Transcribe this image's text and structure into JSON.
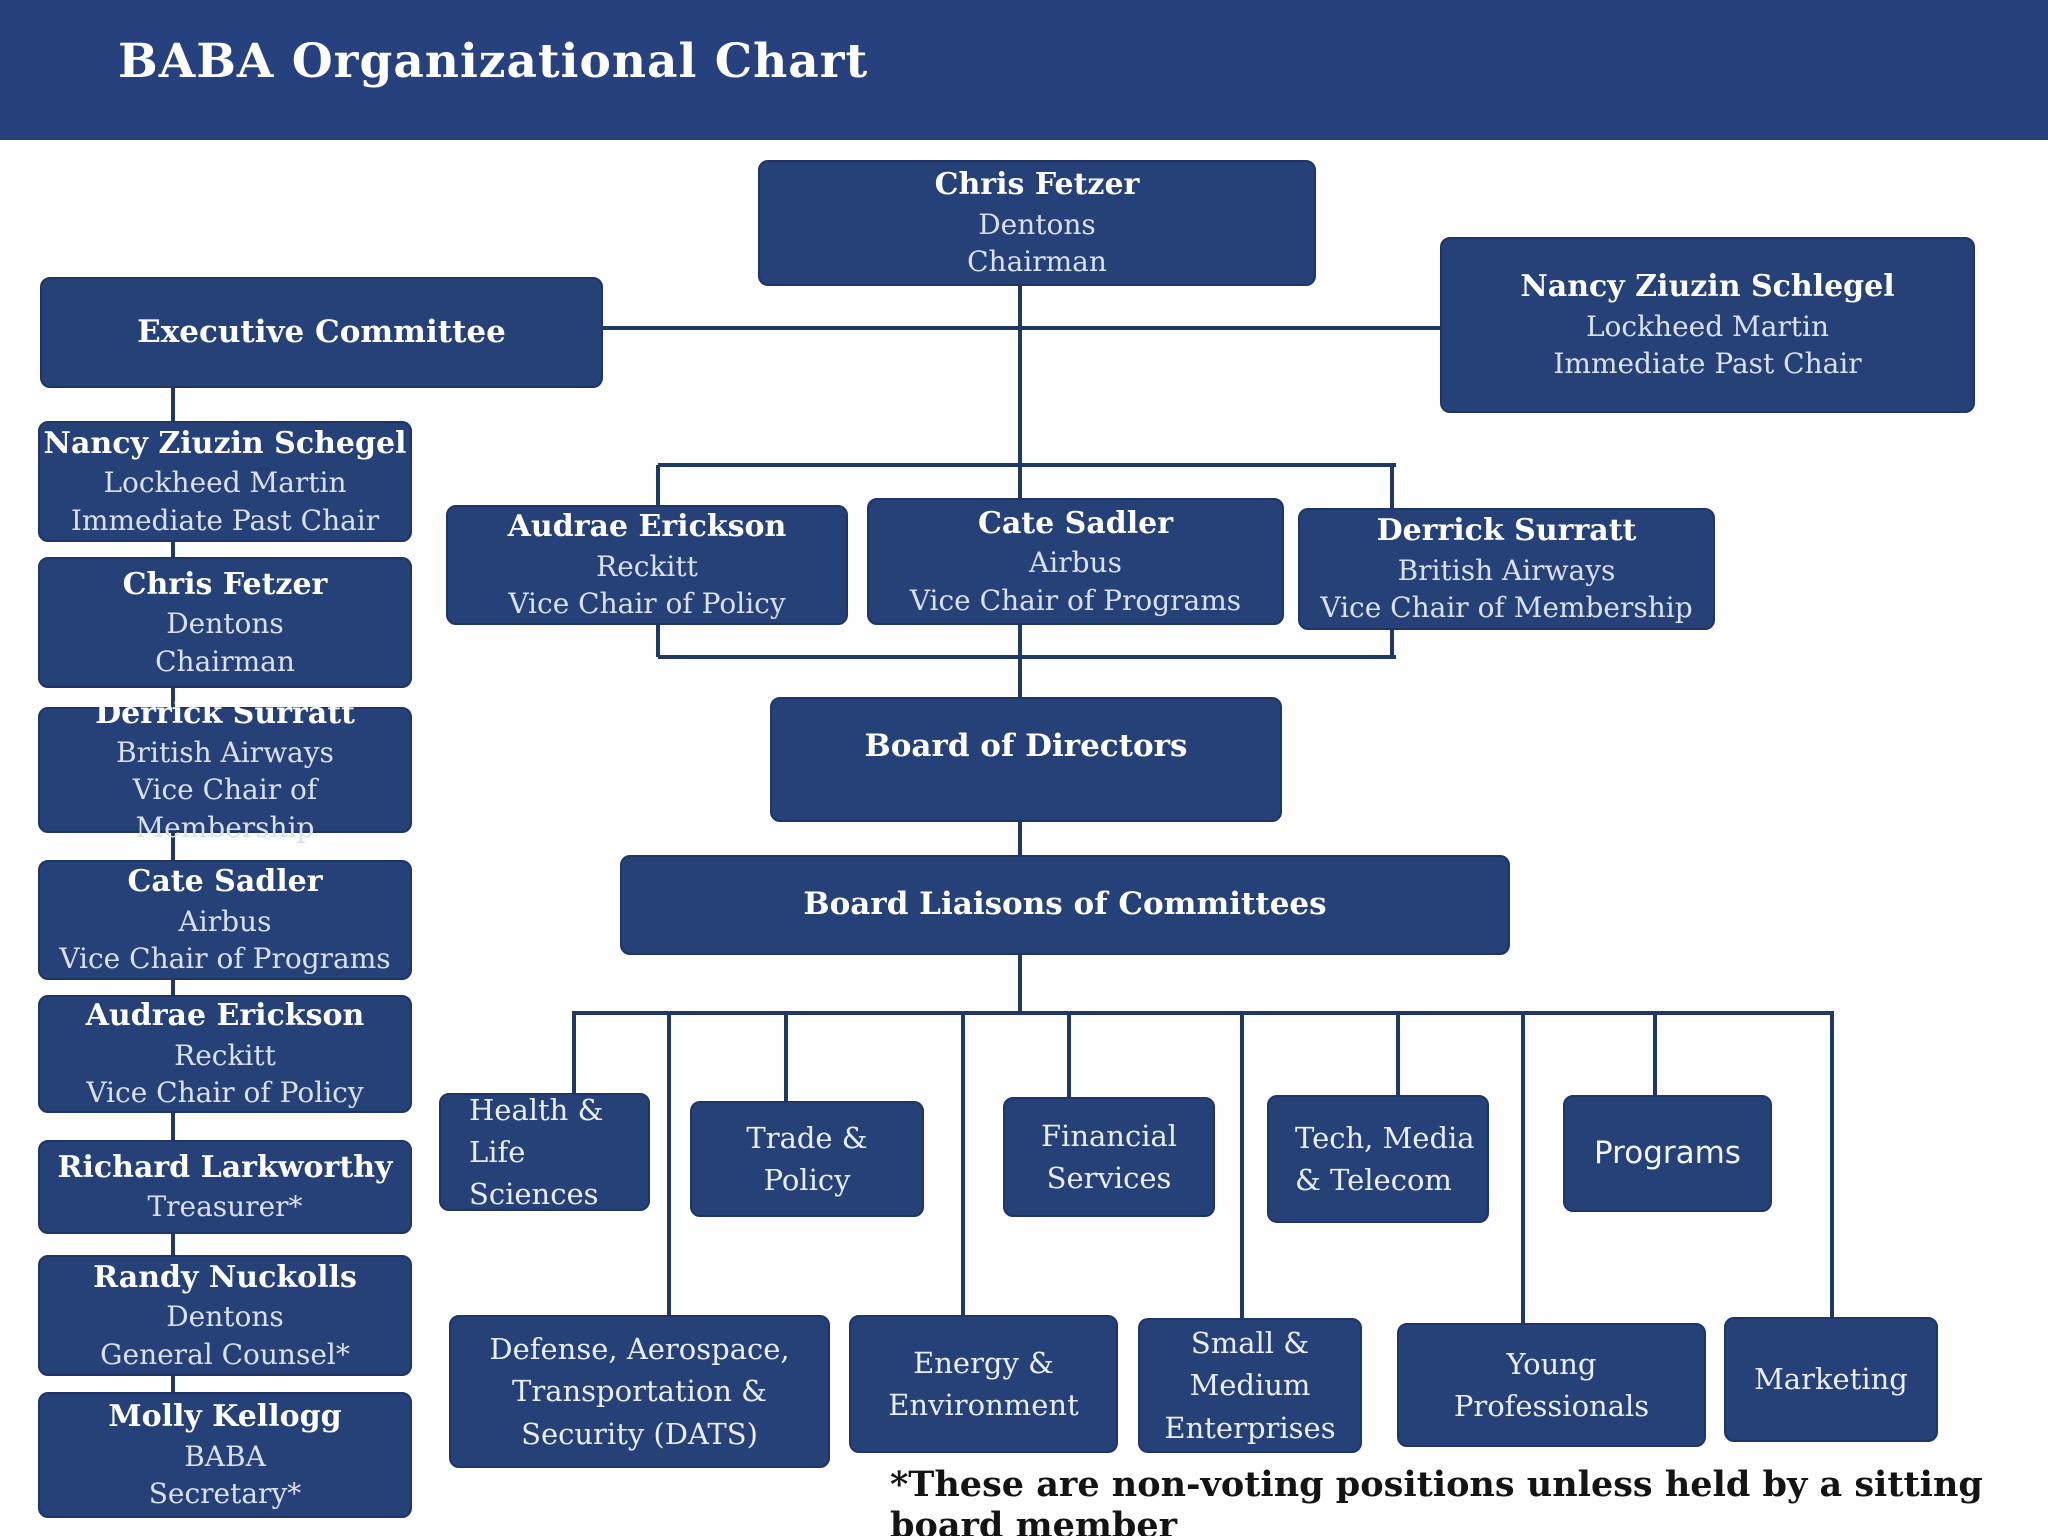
{
  "title": "BABA Organizational Chart",
  "colors": {
    "banner": "#27417E",
    "box_fill": "#264078",
    "box_border": "#203566",
    "connector_line": "#1F3864",
    "text_primary": "#FFFFFF",
    "text_secondary": "#D9E0EE",
    "footnote_text": "#141414"
  },
  "chairman": {
    "name": "Chris Fetzer",
    "org": "Dentons",
    "role": "Chairman"
  },
  "past_chair": {
    "name": "Nancy Ziuzin Schlegel",
    "org": "Lockheed Martin",
    "role": "Immediate Past Chair"
  },
  "executive_committee": {
    "label": "Executive Committee",
    "members": [
      {
        "name": "Nancy Ziuzin Schegel",
        "org": "Lockheed Martin",
        "role": "Immediate Past Chair"
      },
      {
        "name": "Chris Fetzer",
        "org": "Dentons",
        "role": "Chairman"
      },
      {
        "name": "Derrick Surratt",
        "org": "British Airways",
        "role": "Vice Chair of Membership"
      },
      {
        "name": "Cate Sadler",
        "org": "Airbus",
        "role": "Vice Chair of Programs"
      },
      {
        "name": "Audrae Erickson",
        "org": "Reckitt",
        "role": "Vice Chair of Policy"
      },
      {
        "name": "Richard Larkworthy",
        "role": "Treasurer*"
      },
      {
        "name": "Randy Nuckolls",
        "org": "Dentons",
        "role": "General Counsel*"
      },
      {
        "name": "Molly Kellogg",
        "org": "BABA",
        "role": "Secretary*"
      }
    ]
  },
  "vice_chairs": [
    {
      "name": "Audrae Erickson",
      "org": "Reckitt",
      "role": "Vice Chair of Policy"
    },
    {
      "name": "Cate Sadler",
      "org": "Airbus",
      "role": "Vice Chair of Programs"
    },
    {
      "name": "Derrick Surratt",
      "org": "British Airways",
      "role": "Vice Chair of Membership"
    }
  ],
  "board": {
    "label": "Board of Directors"
  },
  "liaisons": {
    "label": "Board Liaisons of Committees"
  },
  "committees": {
    "row1": [
      {
        "lines": [
          "Health & Life",
          "Sciences"
        ]
      },
      {
        "lines": [
          "Trade &",
          "Policy"
        ]
      },
      {
        "lines": [
          "Financial",
          "Services"
        ]
      },
      {
        "lines": [
          "Tech,  Media",
          "& Telecom"
        ]
      },
      {
        "lines": [
          "Programs"
        ]
      }
    ],
    "row2": [
      {
        "lines": [
          "Defense, Aerospace,",
          "Transportation &",
          "Security (DATS)"
        ]
      },
      {
        "lines": [
          "Energy &",
          "Environment"
        ]
      },
      {
        "lines": [
          "Small &",
          "Medium",
          "Enterprises"
        ]
      },
      {
        "lines": [
          "Young",
          "Professionals"
        ]
      },
      {
        "lines": [
          "Marketing"
        ]
      }
    ]
  },
  "footnote": "*These are non-voting positions unless held by a sitting board member"
}
